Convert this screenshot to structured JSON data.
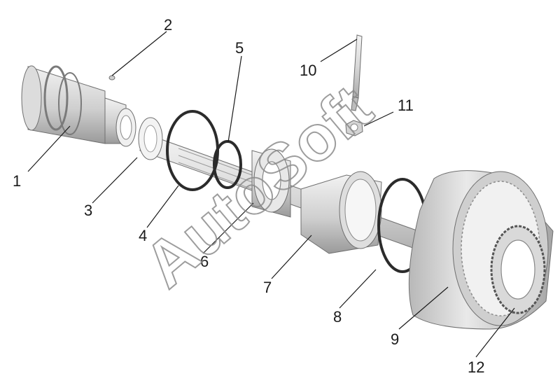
{
  "callouts": {
    "c1": "1",
    "c2": "2",
    "c3": "3",
    "c4": "4",
    "c5": "5",
    "c6": "6",
    "c7": "7",
    "c8": "8",
    "c9": "9",
    "c10": "10",
    "c11": "11",
    "c12": "12"
  },
  "watermark": {
    "text": "AutoSoft"
  },
  "colors": {
    "part_fill": "#e6e6e6",
    "part_shade": "#bdbdbd",
    "part_dark": "#8a8a8a",
    "ink": "#1a1a1a"
  }
}
